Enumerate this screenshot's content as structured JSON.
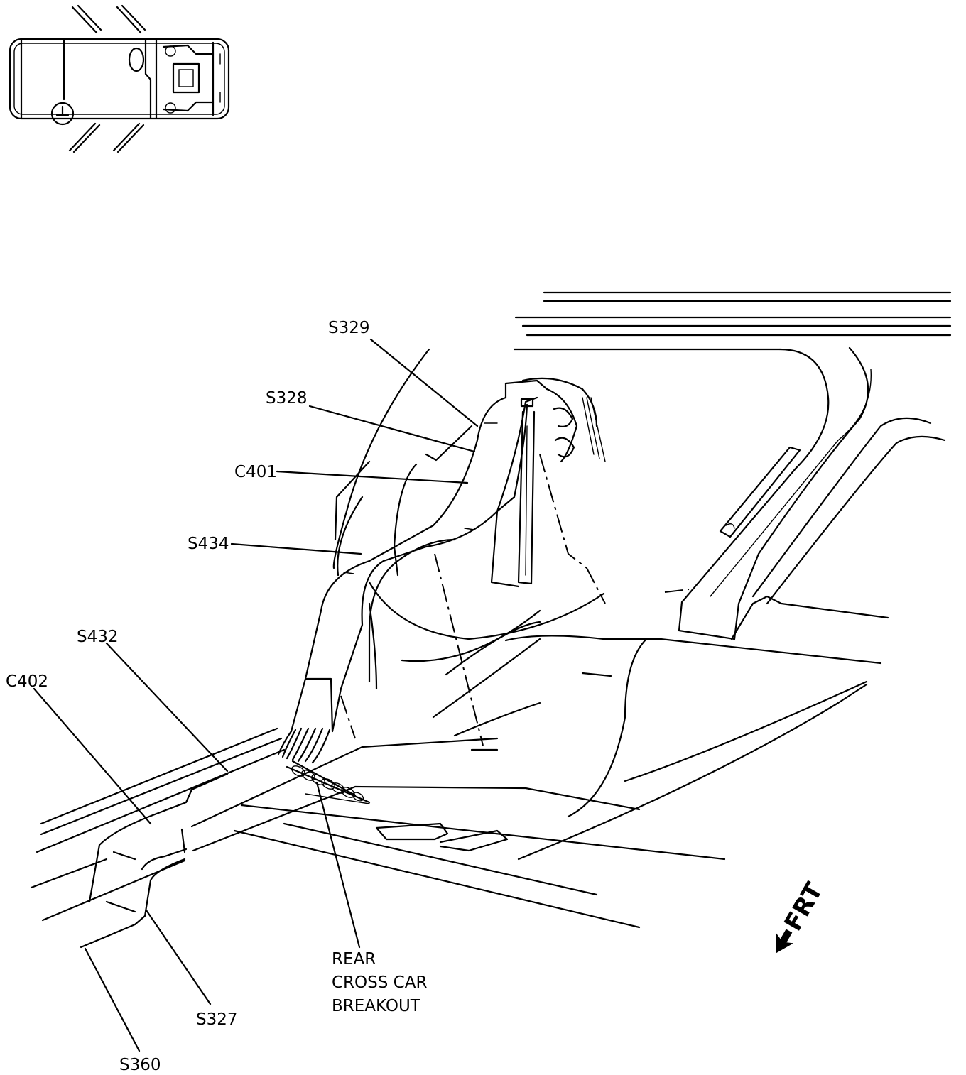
{
  "labels": {
    "s329": "S329",
    "s328": "S328",
    "c401": "C401",
    "s434": "S434",
    "s432": "S432",
    "c402": "C402",
    "s327": "S327",
    "s360": "S360",
    "breakout_line1": "REAR",
    "breakout_line2": "CROSS CAR",
    "breakout_line3": "BREAKOUT",
    "direction": "FRT"
  },
  "icons": {
    "locator": "vehicle-locator-icon",
    "direction": "front-arrow-icon"
  }
}
